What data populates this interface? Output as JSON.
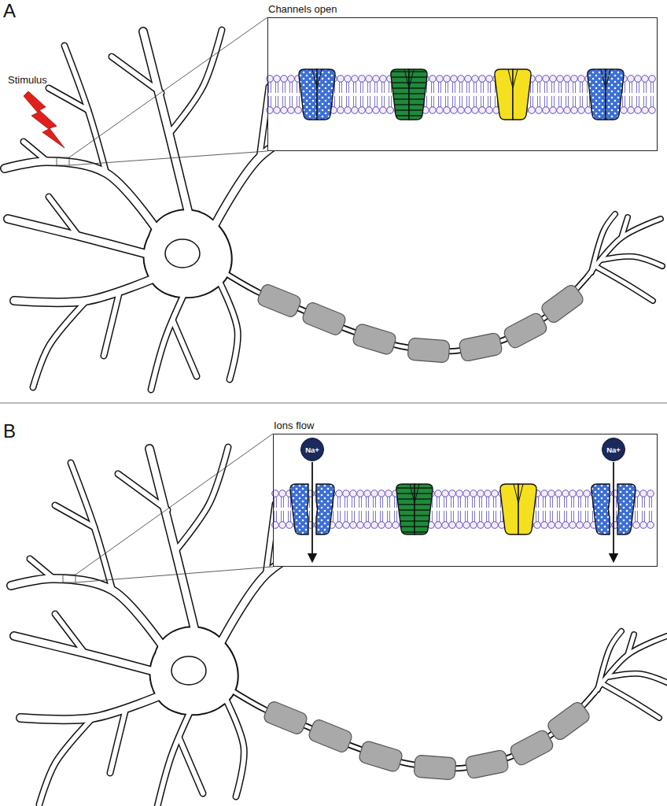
{
  "diagram": {
    "nodes": [
      {
        "text": [
          "Channels open"
        ]
      },
      {
        "text": [
          "Ions flow"
        ]
      },
      {
        "text": [
          "Na+"
        ],
        "in": 1
      },
      {
        "text": [
          "Na+"
        ],
        "in": 1
      }
    ],
    "labels": [
      "A",
      "Stimulus",
      "B"
    ]
  }
}
